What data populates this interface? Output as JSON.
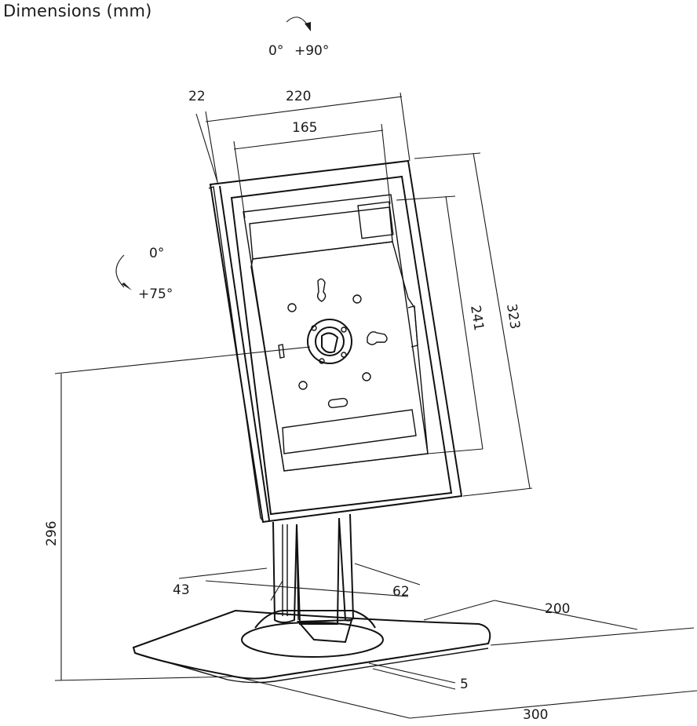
{
  "title": "Dimensions (mm)",
  "rotation_top": {
    "from": "0°",
    "to": "+90°"
  },
  "rotation_side": {
    "from": "0°",
    "to": "+75°"
  },
  "dims": {
    "frame_depth": "22",
    "frame_width": "220",
    "opening_width": "165",
    "frame_height": "323",
    "opening_height": "241",
    "total_height": "296",
    "pole_depth": "43",
    "pole_width": "62",
    "base_depth": "200",
    "base_thickness": "5",
    "base_width": "300"
  }
}
